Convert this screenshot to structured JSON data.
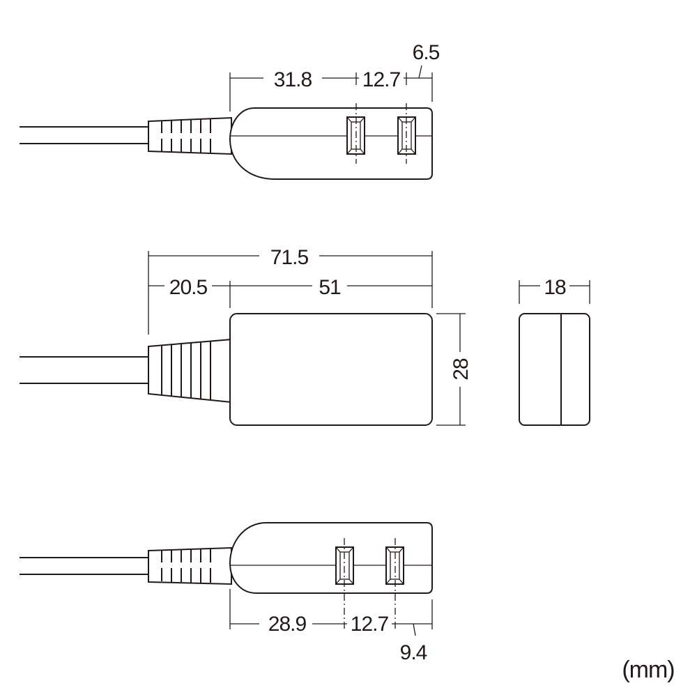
{
  "unit_label": "(mm)",
  "top_view": {
    "dims": {
      "cord_to_first_socket": "31.8",
      "socket_pitch": "12.7",
      "socket_to_end": "6.5"
    }
  },
  "front_view": {
    "dims": {
      "overall_length": "71.5",
      "strain_relief_length": "20.5",
      "body_length": "51",
      "body_height": "28"
    }
  },
  "side_view": {
    "dims": {
      "thickness": "18"
    }
  },
  "bottom_view": {
    "dims": {
      "cord_to_first_socket": "28.9",
      "socket_pitch": "12.7",
      "socket_to_end": "9.4"
    }
  },
  "colors": {
    "line": "#231815",
    "background": "#ffffff"
  }
}
